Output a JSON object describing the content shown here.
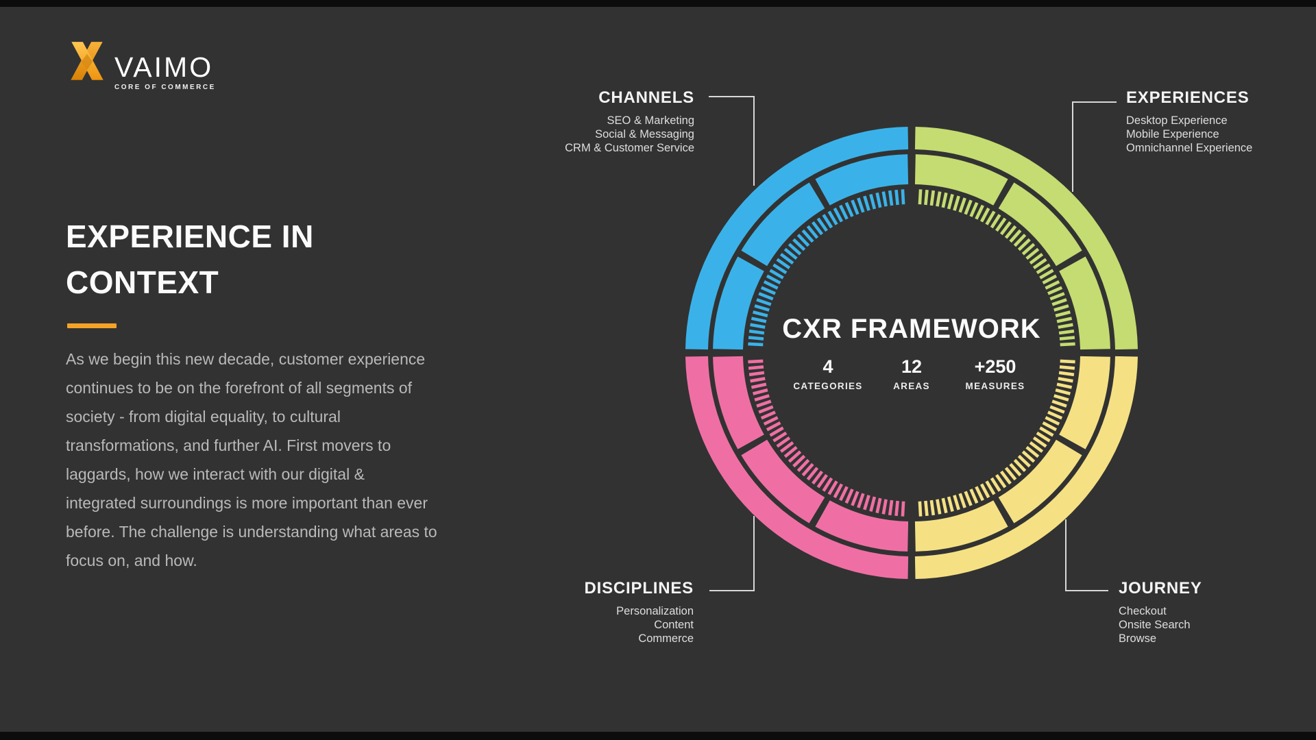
{
  "slide": {
    "brand": {
      "name": "VAIMO",
      "tagline": "CORE OF COMMERCE"
    },
    "title_lines": [
      "EXPERIENCE IN",
      "CONTEXT"
    ],
    "paragraph_lines": [
      "As we begin this new decade, customer experience",
      "continues to be on the forefront of all segments of",
      "society - from digital equality, to cultural",
      "transformations, and further AI. First movers to",
      "laggards, how we interact with our digital &",
      "integrated surroundings is more important than ever",
      "before. The challenge is understanding what areas to",
      "focus on, and how."
    ]
  },
  "diagram": {
    "center": {
      "title": "CXR FRAMEWORK",
      "stats": [
        {
          "value": "4",
          "label": "CATEGORIES"
        },
        {
          "value": "12",
          "label": "AREAS"
        },
        {
          "value": "+250",
          "label": "MEASURES"
        }
      ]
    },
    "quadrants": [
      {
        "id": "channels",
        "label": "CHANNELS",
        "position": "top-left",
        "color": "#3ab2e9",
        "angles": [
          180,
          270
        ],
        "items": [
          "SEO & Marketing",
          "Social & Messaging",
          "CRM & Customer Service"
        ]
      },
      {
        "id": "experiences",
        "label": "EXPERIENCES",
        "position": "top-right",
        "color": "#c4dc71",
        "angles": [
          270,
          360
        ],
        "items": [
          "Desktop Experience",
          "Mobile Experience",
          "Omnichannel Experience"
        ]
      },
      {
        "id": "journey",
        "label": "JOURNEY",
        "position": "bottom-right",
        "color": "#f5e183",
        "angles": [
          0,
          90
        ],
        "items": [
          "Checkout",
          "Onsite Search",
          "Browse"
        ]
      },
      {
        "id": "disciplines",
        "label": "DISCIPLINES",
        "position": "bottom-left",
        "color": "#ef6fa4",
        "angles": [
          90,
          180
        ],
        "items": [
          "Personalization",
          "Content",
          "Commerce"
        ]
      }
    ]
  },
  "colors": {
    "background": "#323232",
    "accent_orange": "#f5a326",
    "heading_text": "#fbfbfb",
    "body_text": "#b9b9b9",
    "connector_line": "#d8d8d8",
    "logo_orange_light": "#ffc651",
    "logo_orange_dark": "#e88d0a"
  }
}
